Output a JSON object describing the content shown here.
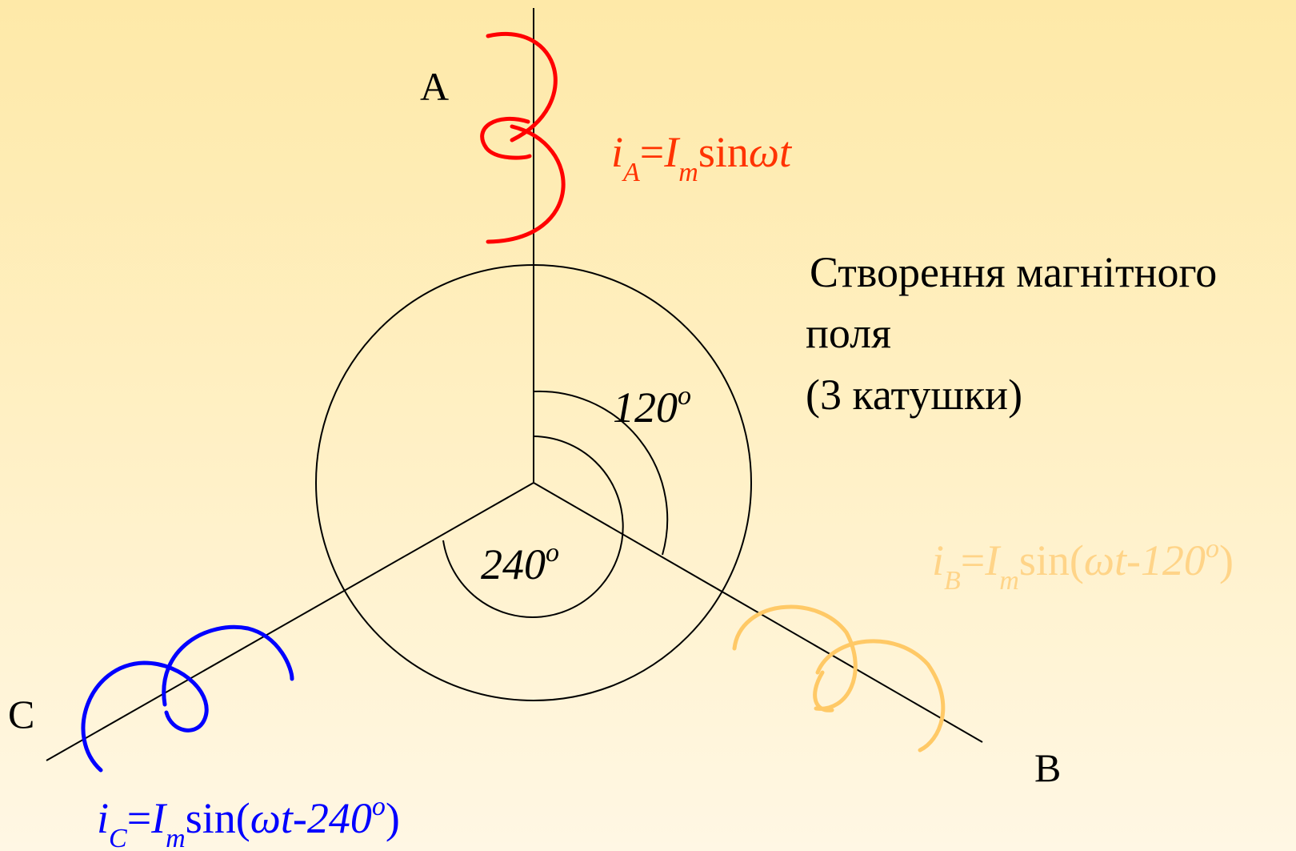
{
  "title": {
    "line1": "Створення магнітного",
    "line2": "поля",
    "line3": "(3 катушки)"
  },
  "phases": {
    "a": {
      "label": "A",
      "color": "#ff0000"
    },
    "b": {
      "label": "B",
      "color": "#ffc966"
    },
    "c": {
      "label": "C",
      "color": "#0000ff"
    }
  },
  "angles": {
    "a120": {
      "value": "120",
      "unit": "o"
    },
    "a240": {
      "value": "240",
      "unit": "o"
    }
  },
  "formulas": {
    "ia": {
      "i": "i",
      "sub": "A",
      "eq": "=",
      "im": "I",
      "imsub": "m",
      "fn": "sin",
      "arg": "ωt",
      "tail": ""
    },
    "ib": {
      "i": "i",
      "sub": "B",
      "eq": "=",
      "im": "I",
      "imsub": "m",
      "fn": "sin(",
      "arg": "ωt-120",
      "sup": "o",
      "close": ")"
    },
    "ic": {
      "i": "i",
      "sub": "C",
      "eq": "=",
      "im": "I",
      "imsub": "m",
      "fn": "sin(",
      "arg": "ωt-240",
      "sup": "o",
      "close": ")"
    }
  }
}
